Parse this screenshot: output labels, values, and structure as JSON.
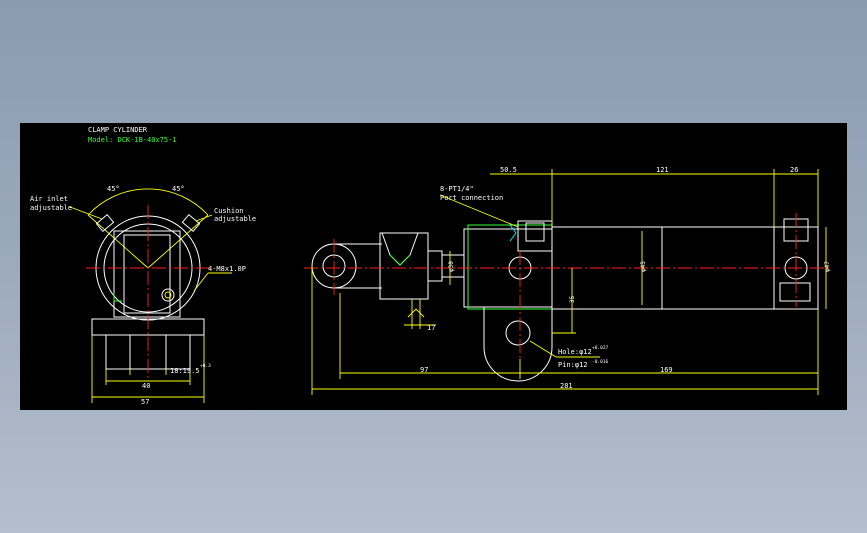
{
  "title": "CLAMP CYLINDER",
  "model": "Model: DCK-1B-40x75-1",
  "left_view": {
    "angle_left": "45°",
    "angle_right": "45°",
    "air_inlet_line1": "Air inlet",
    "air_inlet_line2": "adjustable",
    "cushion_line1": "Cushion",
    "cushion_line2": "adjustable",
    "thread": "4-M8x1.0P",
    "dim_40": "40",
    "dim_57": "57",
    "dim_slot": "18:19.5",
    "dim_slot_tol": "+0.3"
  },
  "right_view": {
    "port_line1": "8-PT1/4\"",
    "port_line2": "Port connection",
    "dim_50_5": "50.5",
    "dim_121": "121",
    "dim_26": "26",
    "dim_phi30": "φ30",
    "dim_phi45": "φ45",
    "dim_phi47": "φ47",
    "dim_35": "35",
    "dim_17": "17",
    "dim_97": "97",
    "dim_169": "169",
    "dim_281": "281",
    "hole_label": "Hole:φ12",
    "hole_tol": "+0.027",
    "pin_label": "Pin:φ12",
    "pin_tol": "-0.016"
  },
  "colors": {
    "background": "#000000",
    "outline": "#ffffff",
    "dimension": "#ffff00",
    "center_line": "#ff2020",
    "highlight": "#33ff33",
    "accent": "#00e5ff"
  }
}
